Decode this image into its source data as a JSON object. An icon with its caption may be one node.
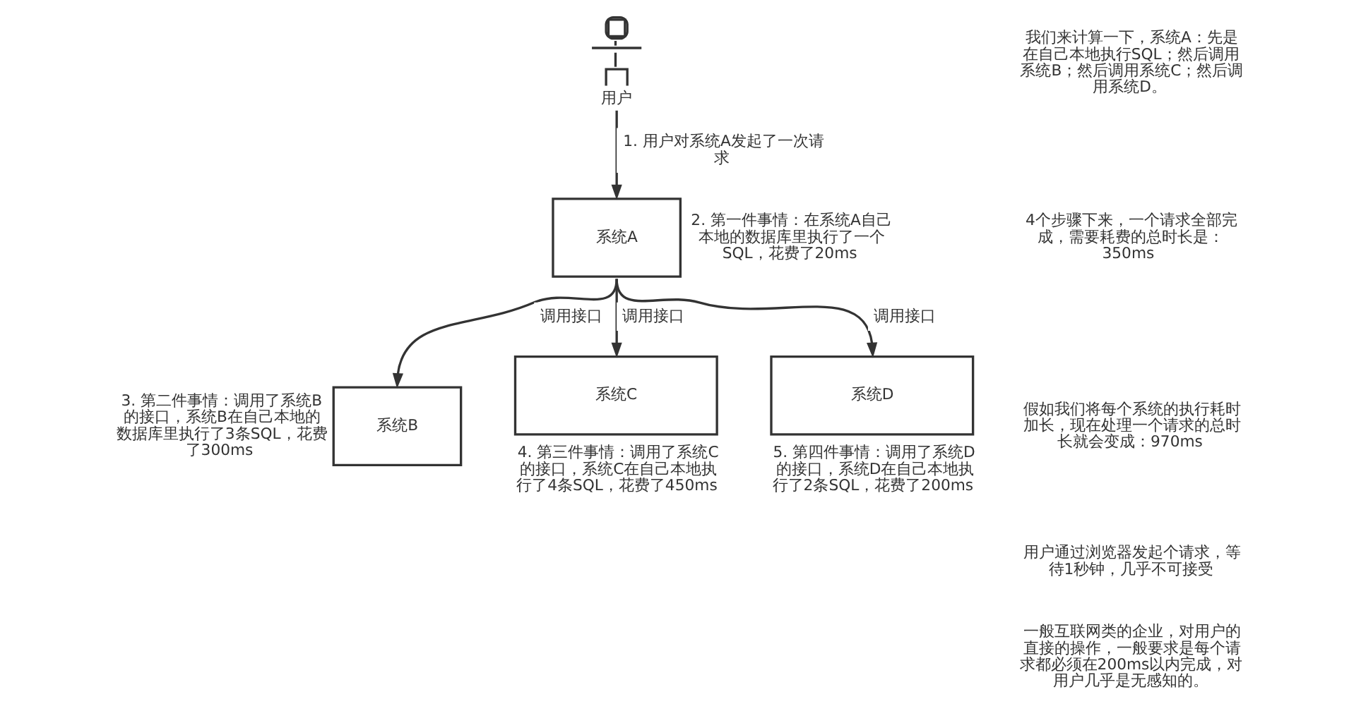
{
  "diagram": {
    "nodes": [
      {
        "text": [
          "用户"
        ]
      },
      {
        "text": [
          "系统A"
        ],
        "beside": [
          "2. 第一件事情：在系统A自己本地的数据库里执行了一个SQL，花费了20ms"
        ]
      },
      {
        "text": [
          "系统B"
        ],
        "beside": [
          "3. 第二件事情：调用了系统B的接口，系统B在自己本地的数据库里执行了3条SQL，花费了300ms"
        ]
      },
      {
        "text": [
          "系统C"
        ],
        "beside": [
          "4. 第三件事情：调用了系统C的接口，系统C在自己本地执行了4条SQL，花费了450ms"
        ]
      },
      {
        "text": [
          "系统D"
        ],
        "beside": [
          "5. 第四件事情：调用了系统D的接口，系统D在自己本地执行了2条SQL，花费了200ms"
        ]
      }
    ],
    "edges": [
      {
        "from": 0,
        "to": 1,
        "arrow": "to",
        "label": "1. 用户对系统A发起了一次请求"
      },
      {
        "from": 1,
        "to": 2,
        "arrow": "to",
        "label": "调用接口"
      },
      {
        "from": 1,
        "to": 3,
        "arrow": "to",
        "label": "调用接口"
      },
      {
        "from": 1,
        "to": 4,
        "arrow": "to",
        "label": "调用接口"
      }
    ],
    "labels": [
      "我们来计算一下，系统A：先是在自己本地执行SQL；然后调用系统B；然后调用系统C；然后调用系统D。",
      "4个步骤下来，一个请求全部完成，需要耗费的总时长是：350ms",
      "假如我们将每个系统的执行耗时加长，现在处理一个请求的总时长就会变成：970ms",
      "用户通过浏览器发起个请求，等待1秒钟，几乎不可接受",
      "一般互联网类的企业，对用户的直接的操作，一般要求是每个请求都必须在200ms以内完成，对用户几乎是无感知的。"
    ]
  }
}
